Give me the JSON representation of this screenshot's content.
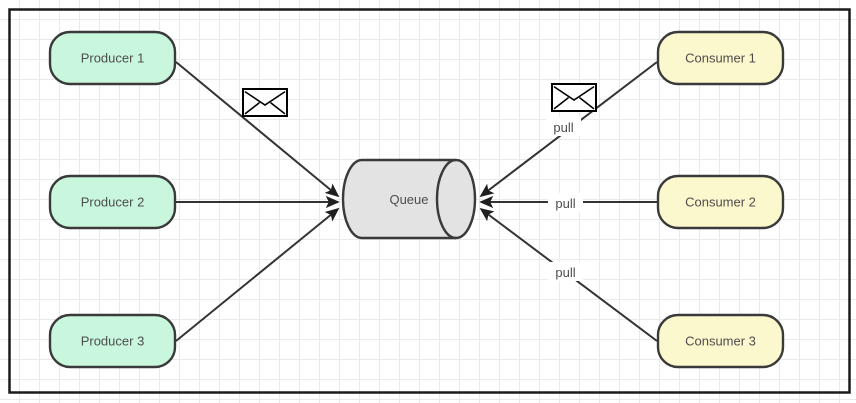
{
  "diagram": {
    "title": "Producer / Queue / Consumer message flow",
    "background_color": "#ffffff",
    "grid_color": "#eaeaea",
    "frame_color": "#1a1a1a",
    "edge_color": "#333333",
    "text_color": "#4d4d4d"
  },
  "producers": {
    "fill_color": "#c9f7dd",
    "stroke_color": "#3a3a3a",
    "items": [
      {
        "label": "Producer 1"
      },
      {
        "label": "Producer 2"
      },
      {
        "label": "Producer 3"
      }
    ]
  },
  "queue": {
    "label": "Queue",
    "fill_color": "#e3e3e3",
    "stroke_color": "#3a3a3a"
  },
  "consumers": {
    "fill_color": "#fcf8cd",
    "stroke_color": "#3a3a3a",
    "items": [
      {
        "label": "Consumer 1"
      },
      {
        "label": "Consumer 2"
      },
      {
        "label": "Consumer 3"
      }
    ]
  },
  "edges": {
    "producer_to_queue": [
      {
        "label": ""
      },
      {
        "label": ""
      },
      {
        "label": ""
      }
    ],
    "consumer_to_queue": [
      {
        "label": "pull"
      },
      {
        "label": "pull"
      },
      {
        "label": "pull"
      }
    ]
  },
  "icons": {
    "message_envelope_producer": "envelope-icon",
    "message_envelope_consumer": "envelope-icon"
  }
}
